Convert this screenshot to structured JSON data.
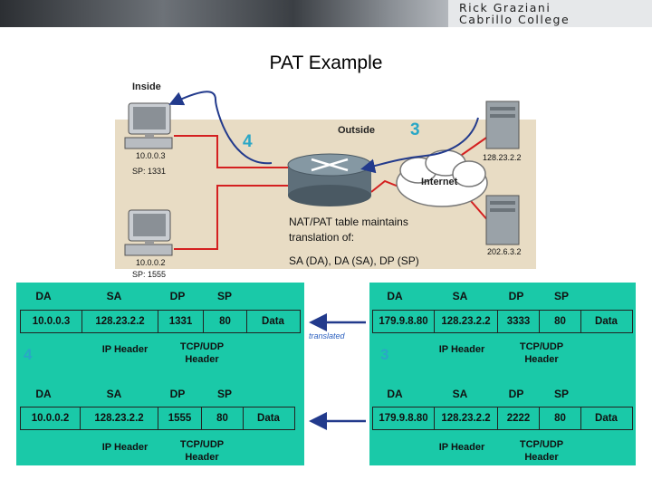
{
  "header": {
    "author": "Rick Graziani",
    "institution": "Cabrillo College"
  },
  "title": "PAT Example",
  "network": {
    "inside_label": "Inside",
    "outside_label": "Outside",
    "internet_label": "Internet",
    "host1": {
      "ip": "10.0.0.3",
      "sp": "SP: 1331"
    },
    "host2": {
      "ip": "10.0.0.2",
      "sp": "SP: 1555"
    },
    "server1": {
      "ip": "128.23.2.2"
    },
    "server2": {
      "ip": "202.6.3.2"
    },
    "step_left": "4",
    "step_right": "3",
    "nat_note_line1": "NAT/PAT table maintains",
    "nat_note_line2": "translation of:",
    "nat_note_line3": "SA (DA), DA (SA), DP (SP)"
  },
  "translated_label": "translated",
  "packets": {
    "field_labels": [
      "DA",
      "SA",
      "DP",
      "SP"
    ],
    "ip_header": "IP Header",
    "tcp_header_line1": "TCP/UDP",
    "tcp_header_line2": "Header",
    "left": {
      "step": "4",
      "row1": [
        "10.0.0.3",
        "128.23.2.2",
        "1331",
        "80",
        "Data"
      ],
      "row2": [
        "10.0.0.2",
        "128.23.2.2",
        "1555",
        "80",
        "Data"
      ]
    },
    "right": {
      "step": "3",
      "row1": [
        "179.9.8.80",
        "128.23.2.2",
        "3333",
        "80",
        "Data"
      ],
      "row2": [
        "179.9.8.80",
        "128.23.2.2",
        "2222",
        "80",
        "Data"
      ]
    }
  },
  "colors": {
    "panel": "#1ac9a8",
    "network_bg": "#e8dcc4",
    "step_number": "#2aa7c6",
    "link": "#d42020",
    "arrow": "#223a8c"
  }
}
